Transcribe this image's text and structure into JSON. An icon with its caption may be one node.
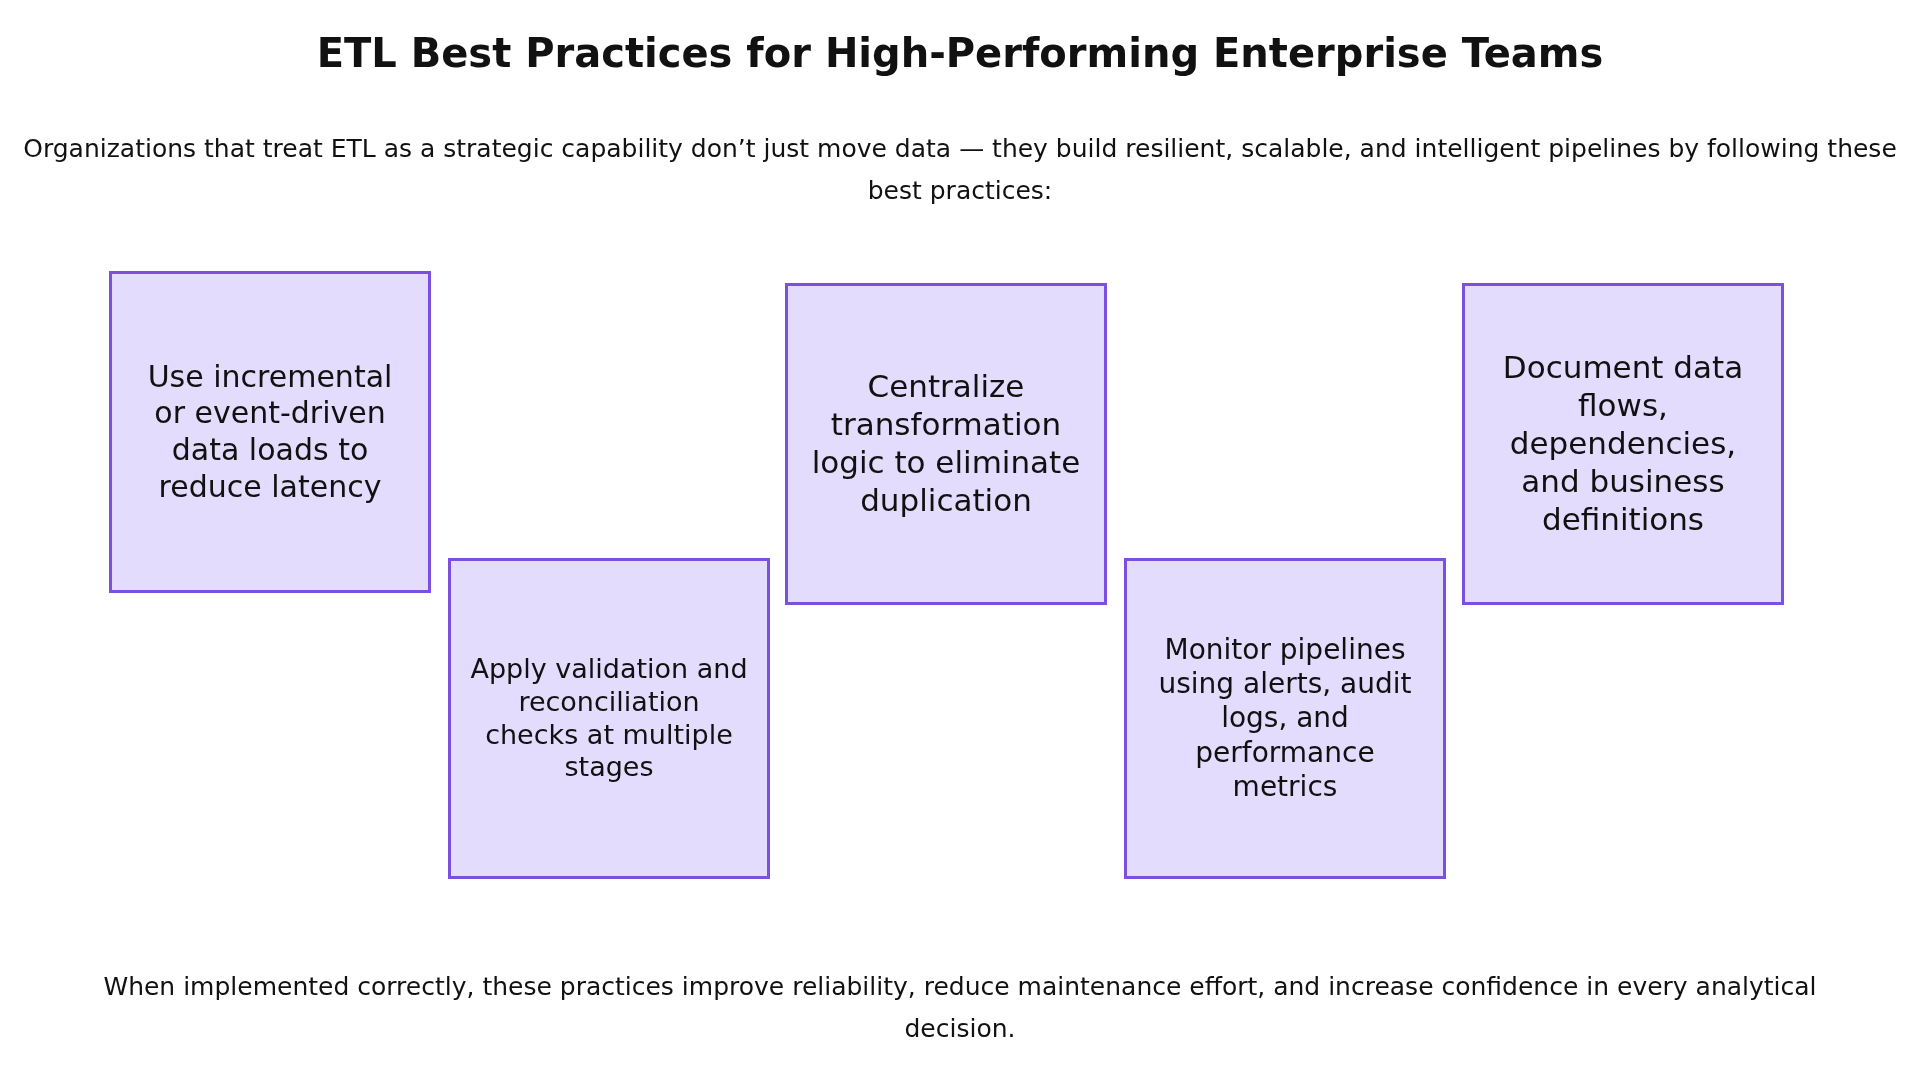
{
  "diagram": {
    "title": "ETL Best Practices for High-Performing Enterprise Teams",
    "caption": "When implemented correctly, these practices improve reliability, reduce maintenance effort, and increase confidence in every analytical decision.",
    "labels": [
      "Organizations that treat ETL as a strategic capability don’t just move data — they build resilient, scalable, and intelligent pipelines by following these best practices:"
    ],
    "nodes": [
      {
        "text": [
          "Use incremental or event-driven data loads to reduce latency"
        ]
      },
      {
        "text": [
          "Apply validation and reconciliation checks at multiple stages"
        ]
      },
      {
        "text": [
          "Centralize transformation logic to eliminate duplication"
        ]
      },
      {
        "text": [
          "Monitor pipelines using alerts, audit logs, and performance metrics"
        ]
      },
      {
        "text": [
          "Document data flows, dependencies, and business definitions"
        ]
      }
    ]
  }
}
